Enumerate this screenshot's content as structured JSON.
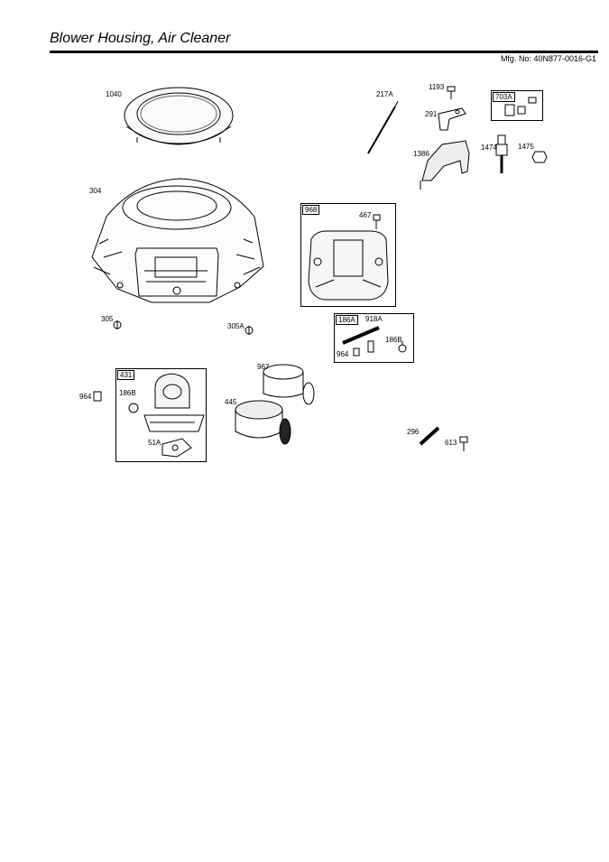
{
  "header": {
    "title": "Blower Housing, Air Cleaner",
    "mfg": "Mfg. No: 40N877-0016-G1"
  },
  "parts": {
    "p1040": "1040",
    "p304": "304",
    "p217A": "217A",
    "p1193": "1193",
    "p291": "291",
    "p1386": "1386",
    "p703A": "703A",
    "p1474": "1474",
    "p1475": "1475",
    "p968": "968",
    "p467": "467",
    "p305": "305",
    "p305A": "305A",
    "p186A": "186A",
    "p918A": "918A",
    "p964a": "964",
    "p186Ba": "186B",
    "p431": "431",
    "p186Bb": "186B",
    "p51A": "51A",
    "p964b": "964",
    "p967": "967",
    "p445": "445",
    "p296": "296",
    "p613": "613"
  }
}
